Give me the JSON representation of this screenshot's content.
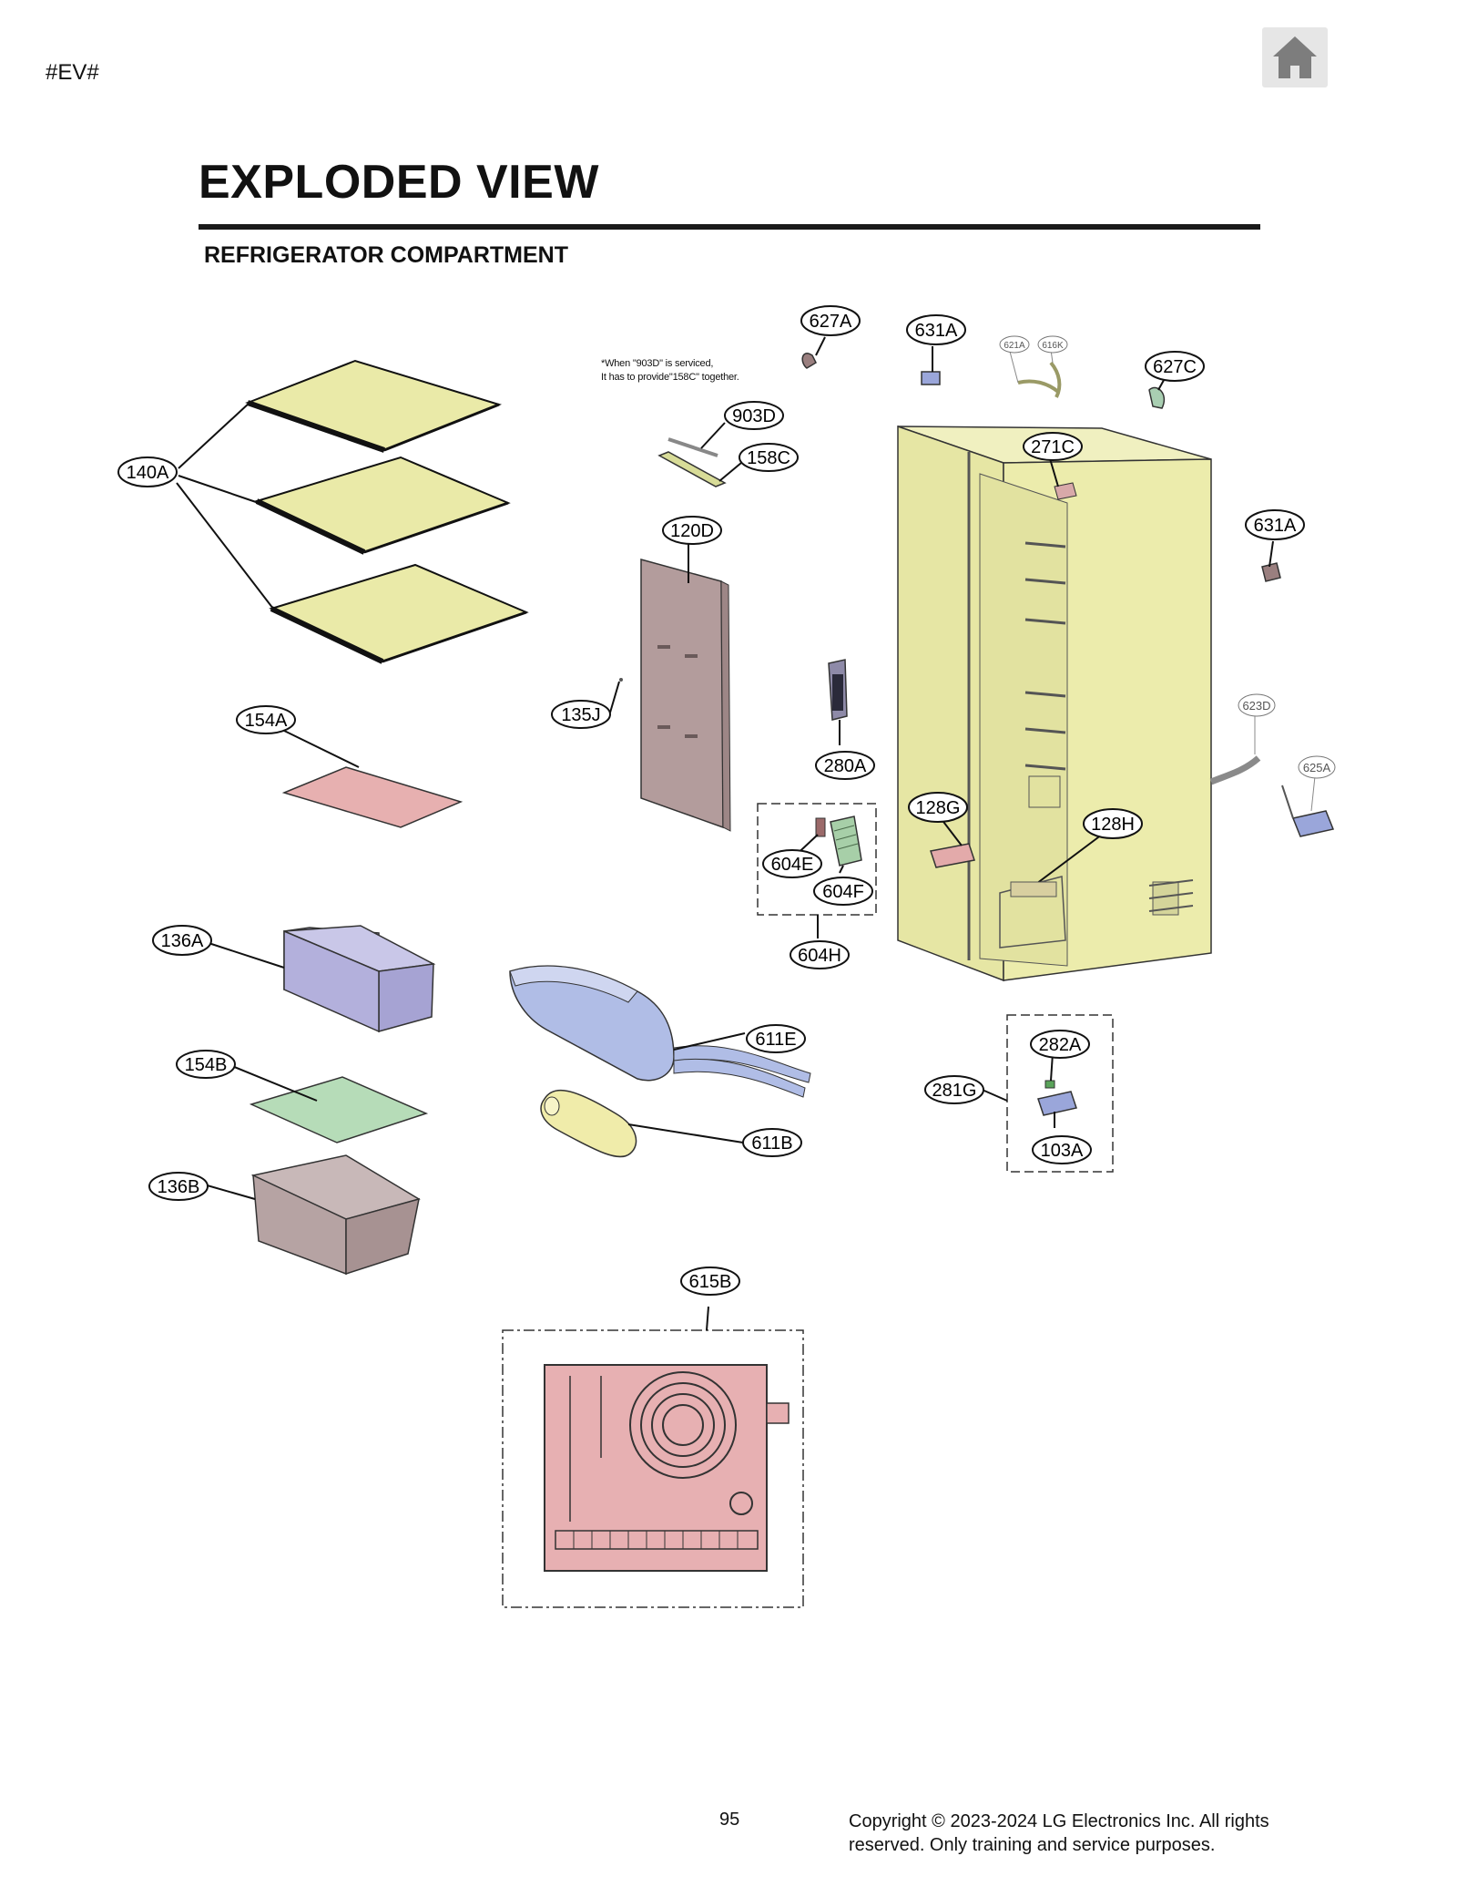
{
  "page": {
    "tag": "#EV#",
    "title": "EXPLODED VIEW",
    "subtitle": "REFRIGERATOR COMPARTMENT",
    "page_number": "95",
    "copyright_line1": "Copyright © 2023-2024 LG Electronics Inc. All rights",
    "copyright_line2": "reserved. Only training and service purposes.",
    "service_note_line1": "*When \"903D\" is serviced,",
    "service_note_line2": "It has to provide\"158C\" together."
  },
  "icons": {
    "home": "home-icon"
  },
  "colors": {
    "shelf": "#eaeaa8",
    "cabinet": "#ececac",
    "drawer_purple": "#b3b0dc",
    "drawer_brown": "#b6a3a3",
    "cover_pink": "#e7b0b0",
    "cover_green": "#b6dcb8",
    "panel_brown": "#b39c9c",
    "board_pink": "#e7b0b2",
    "filter_yellow": "#f0ecaa",
    "housing_blue": "#b0bde6"
  },
  "callouts": {
    "c140A": "140A",
    "c154A": "154A",
    "c136A": "136A",
    "c154B": "154B",
    "c136B": "136B",
    "c903D": "903D",
    "c158C": "158C",
    "c120D": "120D",
    "c135J": "135J",
    "c280A": "280A",
    "c604E": "604E",
    "c604F": "604F",
    "c604H": "604H",
    "c611E": "611E",
    "c611B": "611B",
    "c615B": "615B",
    "c627A": "627A",
    "c631A_top": "631A",
    "c621A": "621A",
    "c616K": "616K",
    "c627C": "627C",
    "c271C": "271C",
    "c631A_right": "631A",
    "c623D": "623D",
    "c625A": "625A",
    "c128G": "128G",
    "c128H": "128H",
    "c281G": "281G",
    "c282A": "282A",
    "c103A": "103A"
  }
}
